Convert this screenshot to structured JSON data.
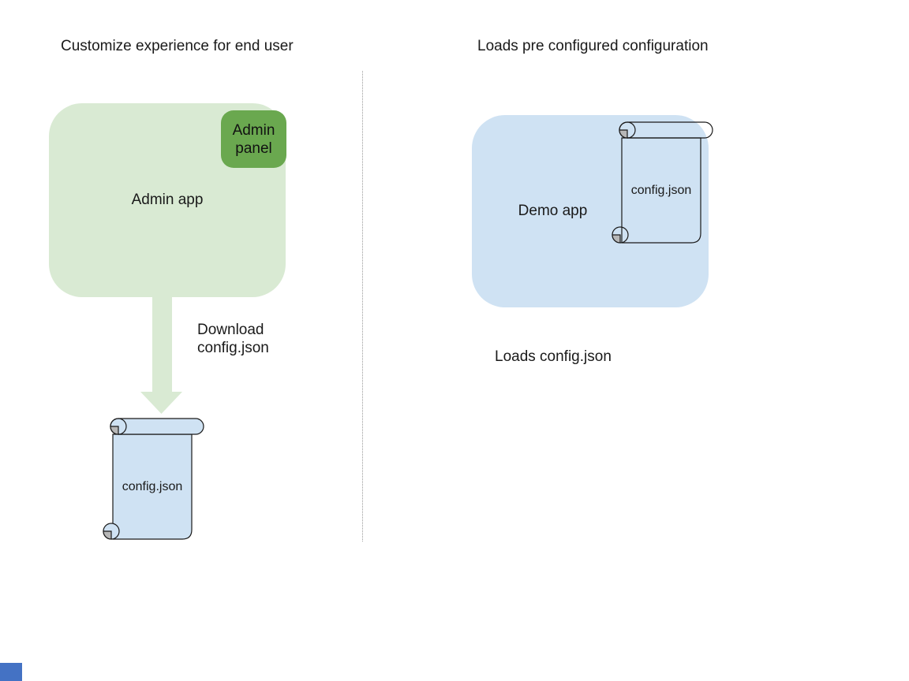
{
  "left_section": {
    "title": "Customize experience for end user",
    "admin_app_label": "Admin app",
    "admin_panel_label": "Admin panel",
    "arrow_label": "Download\nconfig.json",
    "file_label": "config.json"
  },
  "right_section": {
    "title": "Loads pre configured configuration",
    "demo_app_label": "Demo app",
    "file_label": "config.json",
    "caption": "Loads config.json"
  },
  "icons": {
    "down_arrow": "download-arrow-icon",
    "scroll_left": "config-file-scroll-icon",
    "scroll_right": "config-file-scroll-icon"
  },
  "colors": {
    "light-green": "#d9ead3",
    "green": "#6aa84f",
    "light-blue": "#cfe2f3",
    "curl-gray": "#b7b7b7",
    "stroke-black": "#1a1a1a",
    "accent-blue": "#4472c4"
  }
}
